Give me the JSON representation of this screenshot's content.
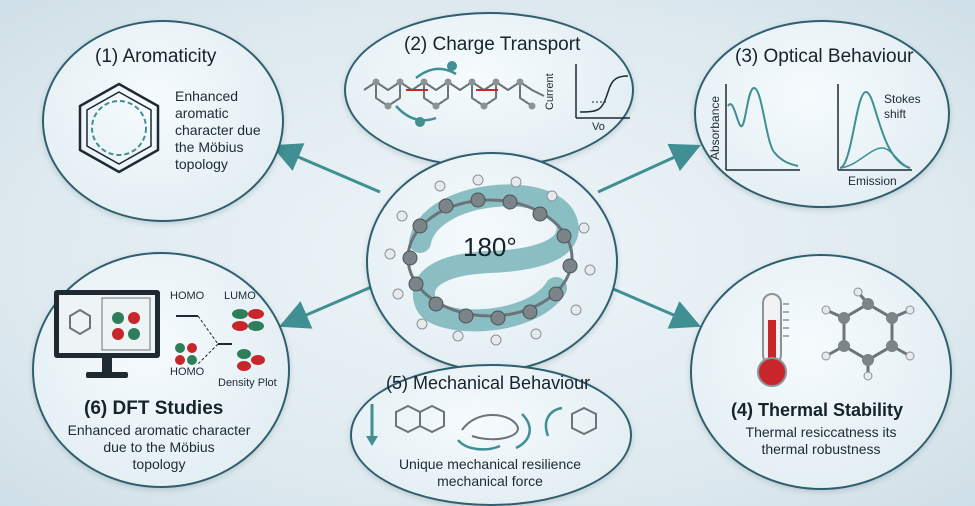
{
  "center": {
    "label": "180°"
  },
  "aromaticity": {
    "title": "(1) Aromaticity",
    "description": [
      "Enhanced",
      "aromatic",
      "character due",
      "the Möbius",
      "topology"
    ]
  },
  "charge_transport": {
    "title": "(2) Charge Transport",
    "ylabel": "Current",
    "xlabel": "Vo"
  },
  "optical": {
    "title": "(3) Optical Behaviour",
    "absorbance_label": "Absorbance",
    "stokes_label": [
      "Stokes",
      "shift"
    ],
    "emission_label": "Emission"
  },
  "thermal": {
    "title": "(4) Thermal Stability",
    "description": [
      "Thermal resiccatness its",
      "thermal robustness"
    ]
  },
  "mechanical": {
    "title": "(5) Mechanical Behaviour",
    "description": [
      "Unique mechanical resilience",
      "mechanical force"
    ]
  },
  "dft": {
    "title": "(6) DFT Studies",
    "homo_top": "HOMO",
    "lumo": "LUMO",
    "homo_bottom": "HOMO",
    "density": "Density Plot",
    "description": [
      "Enhanced aromatic character",
      "due to the  Möbius",
      "topology"
    ]
  },
  "colors": {
    "teal": "#3f8f93",
    "outline": "#2f5f6e",
    "red": "#c8262a",
    "green": "#2e7d5b"
  }
}
